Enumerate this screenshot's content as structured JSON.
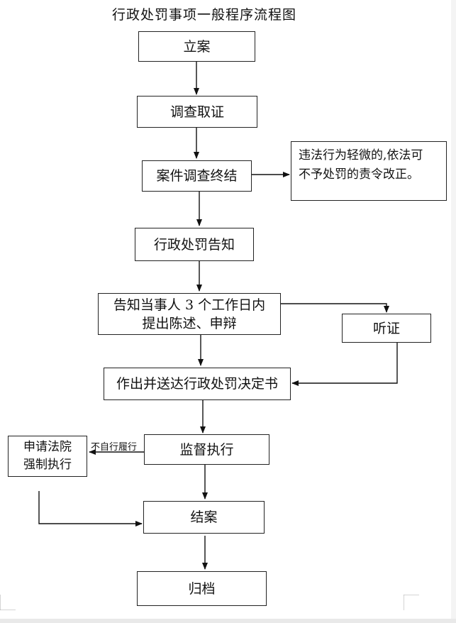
{
  "title": "行政处罚事项一般程序流程图",
  "nodes": {
    "lian": "立案",
    "diaocha": "调查取证",
    "zhongjie": "案件调查终结",
    "gaozhi": "行政处罚告知",
    "chenshu_line1": "告知当事人 3 个工作日内",
    "chenshu_line2": "提出陈述、申辩",
    "tingzheng": "听证",
    "jueding": "作出并送达行政处罚决定书",
    "jiandu": "监督执行",
    "fayuan_line1": "申请法院",
    "fayuan_line2": "强制执行",
    "jiean": "结案",
    "guidang": "归档"
  },
  "side_note": {
    "line1": "违法行为轻微的,依法可",
    "line2": "不予处罚的责令改正。"
  },
  "edge_labels": {
    "not_self_perform": "不自行履行"
  }
}
